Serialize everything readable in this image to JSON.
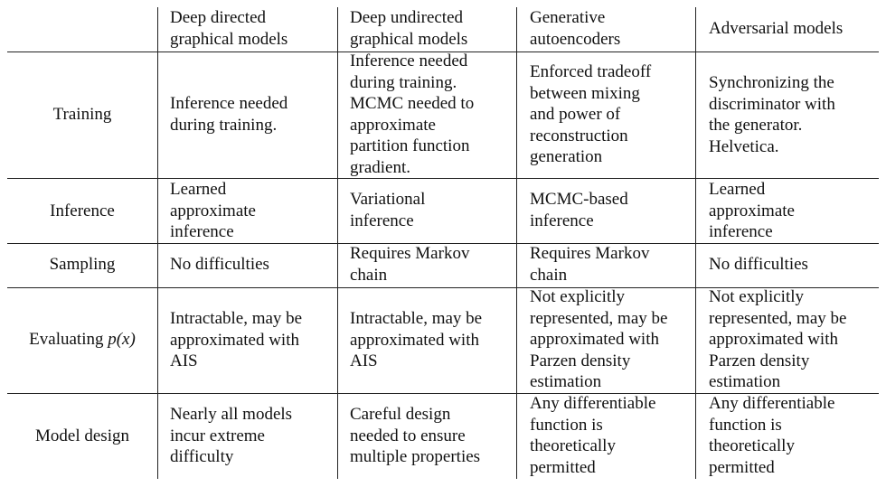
{
  "table": {
    "columns": [
      "",
      "Deep directed\ngraphical models",
      "Deep undirected\ngraphical models",
      "Generative\nautoencoders",
      "Adversarial models"
    ],
    "rows": [
      {
        "label": "Training",
        "cells": [
          "Inference needed\nduring training.",
          "Inference needed\nduring training.\nMCMC needed to\napproximate\npartition function\ngradient.",
          "Enforced tradeoff\nbetween mixing\nand power of\nreconstruction\ngeneration",
          "Synchronizing the\ndiscriminator with\nthe generator.\nHelvetica."
        ]
      },
      {
        "label": "Inference",
        "cells": [
          "Learned\napproximate\ninference",
          "Variational\ninference",
          "MCMC-based\ninference",
          "Learned\napproximate\ninference"
        ]
      },
      {
        "label": "Sampling",
        "cells": [
          "No difficulties",
          "Requires Markov\nchain",
          "Requires Markov\nchain",
          "No difficulties"
        ]
      },
      {
        "label_prefix": "Evaluating ",
        "label_math": "p(x)",
        "cells": [
          "Intractable, may be\napproximated with\nAIS",
          "Intractable, may be\napproximated with\nAIS",
          "Not explicitly\nrepresented, may be\napproximated with\nParzen density\nestimation",
          "Not explicitly\nrepresented, may be\napproximated with\nParzen density\nestimation"
        ]
      },
      {
        "label": "Model design",
        "cells": [
          "Nearly all models\nincur extreme\ndifficulty",
          "Careful design\nneeded to ensure\nmultiple properties",
          "Any differentiable\nfunction is\ntheoretically\npermitted",
          "Any differentiable\nfunction is\ntheoretically\npermitted"
        ]
      }
    ]
  }
}
